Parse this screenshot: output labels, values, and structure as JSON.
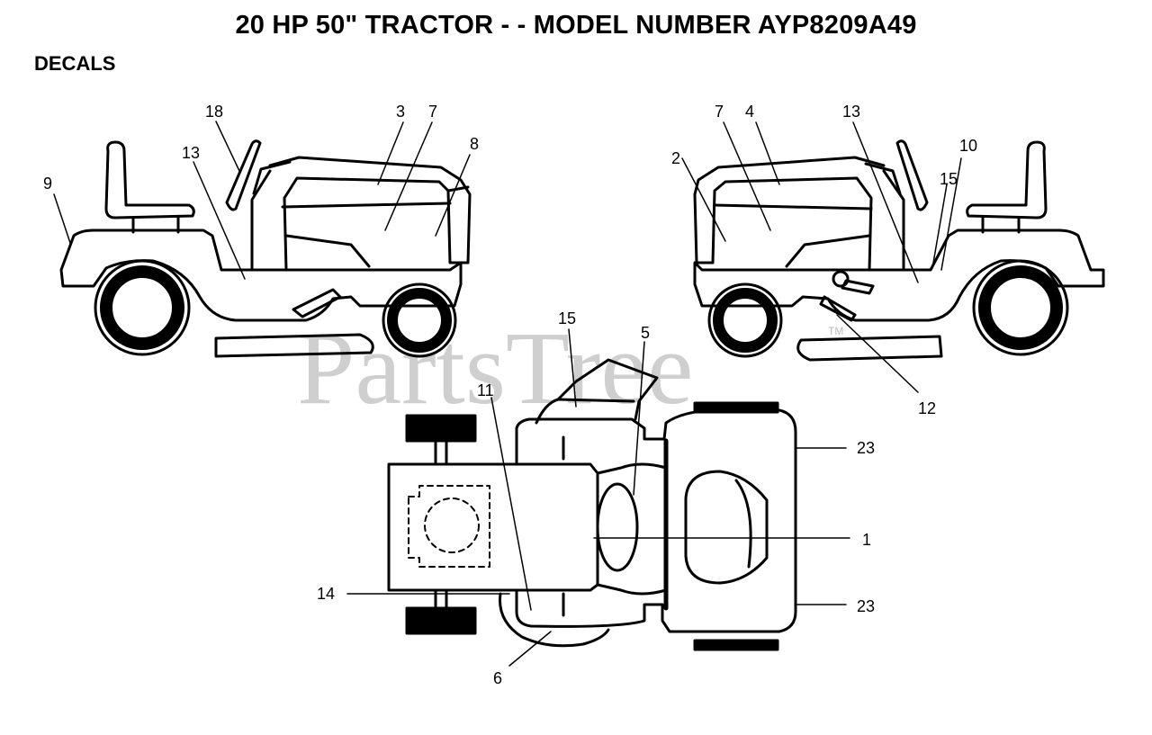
{
  "title": "20 HP 50\" TRACTOR - - MODEL NUMBER AYP8209A49",
  "subtitle": "DECALS",
  "watermark": {
    "text": "PartsTree",
    "tm": "TM"
  },
  "callouts": {
    "c1": "1",
    "c2": "2",
    "c3": "3",
    "c4": "4",
    "c5": "5",
    "c6": "6",
    "c7_left": "7",
    "c7_right": "7",
    "c8": "8",
    "c9": "9",
    "c10": "10",
    "c11": "11",
    "c12": "12",
    "c13_left": "13",
    "c13_right": "13",
    "c14": "14",
    "c15_top": "15",
    "c15_right": "15",
    "c18": "18",
    "c23_top": "23",
    "c23_bottom": "23"
  }
}
